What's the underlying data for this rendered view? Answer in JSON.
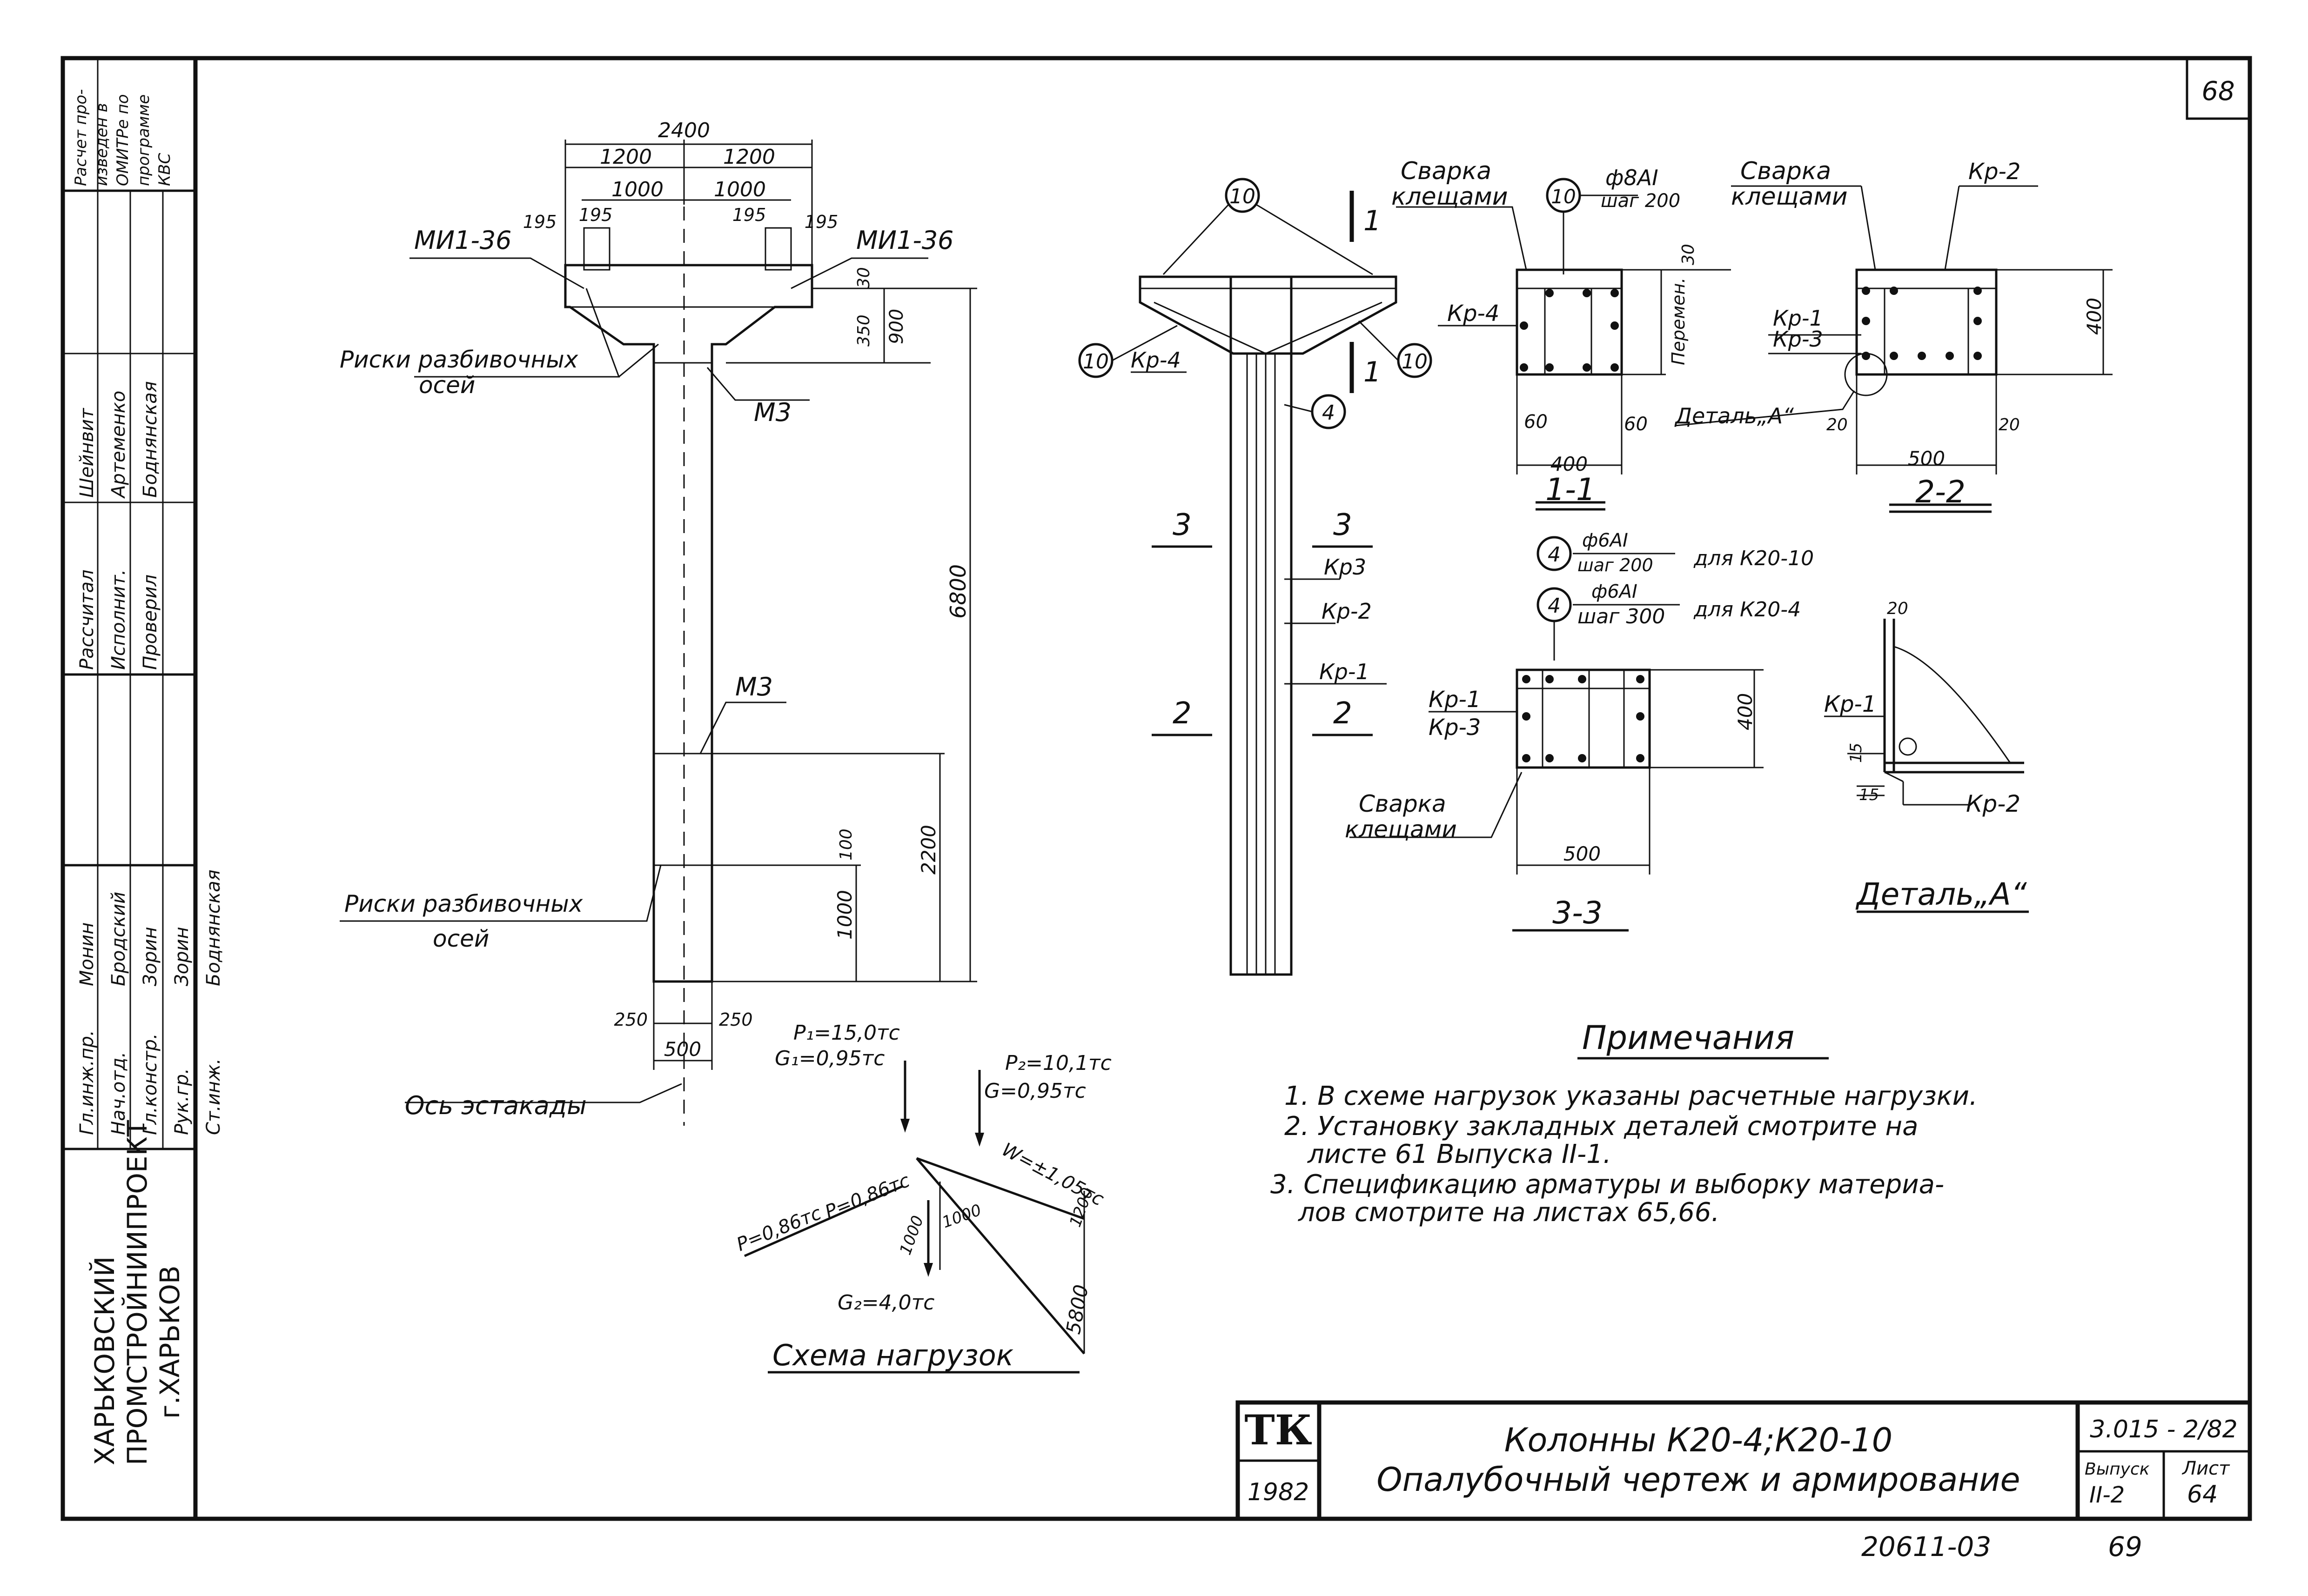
{
  "sheet": {
    "page_corner": "68",
    "organization": [
      "ХАРЬКОВСКИЙ",
      "ПРОМСТРОЙНИИПРОЕКТ",
      "г.ХАРЬКОВ"
    ],
    "side_note": [
      "Расчет про-",
      "изведен в",
      "ОМИТРе по",
      "программе",
      "КВС"
    ],
    "roles": [
      "Гл.инж.пр.",
      "Нач.отд.",
      "Гл.констр.",
      "Рук.гр.",
      "Ст.инж."
    ],
    "role_names": [
      "Монин",
      "Бродский",
      "Зорин",
      "Зорин",
      "Боднянская"
    ],
    "roles2": [
      "Рассчитал",
      "Исполнит.",
      "Проверил"
    ],
    "role2_names": [
      "Шейнвит",
      "Артеменко",
      "Боднянская"
    ]
  },
  "column": {
    "dim_total_width": "2400",
    "dim_half_left": "1200",
    "dim_half_right": "1200",
    "dim_inner_left": "1000",
    "dim_inner_right": "1000",
    "dim_195_a": "195",
    "dim_195_b": "195",
    "dim_195_c": "195",
    "dim_195_d": "195",
    "embed_left": "МИ1-36",
    "embed_right": "МИ1-36",
    "axis_marks_top": [
      "Риски разбивочных",
      "осей"
    ],
    "axis_marks_bottom": [
      "Риски разбивочных",
      "осей"
    ],
    "m3_top": "М3",
    "m3_mid": "М3",
    "dim_30": "30",
    "dim_350": "350",
    "dim_900": "900",
    "dim_6800": "6800",
    "dim_2200": "2200",
    "dim_1000": "1000",
    "dim_100": "100",
    "dim_250_l": "250",
    "dim_250_r": "250",
    "dim_500": "500",
    "axis_label": "Ось эстакады"
  },
  "load_scheme": {
    "title": "Схема нагрузок",
    "p1": "P₁=15,0тс",
    "g1": "G₁=0,95тс",
    "p2": "P₂=10,1тс",
    "g": "G=0,95тс",
    "w": "W=±1,05тс",
    "p_a": "P=0,86тс",
    "p_b": "P=0,86тс",
    "g2": "G₂=4,0тс",
    "dim_1000a": "1000",
    "dim_1000b": "1000",
    "dim_1200": "1200",
    "dim_5800": "5800"
  },
  "reinforcement": {
    "callout_10": "10",
    "callout_4": "4",
    "kr4": "Кр-4",
    "kr3": "Кр3",
    "kr2": "Кр-2",
    "kr1": "Кр-1",
    "cut_1": "1",
    "cut_2": "2",
    "cut_3": "3"
  },
  "section_1_1": {
    "title": "1-1",
    "weld": [
      "Сварка",
      "клещами"
    ],
    "bar": "ф8АI",
    "step": "шаг 200",
    "kr4": "Кр-4",
    "var": "Перемен.",
    "dim_30": "30",
    "dim_60a": "60",
    "dim_60b": "60",
    "dim_400": "400"
  },
  "section_2_2": {
    "title": "2-2",
    "weld": [
      "Сварка",
      "клещами"
    ],
    "kr2": "Кр-2",
    "kr1": "Кр-1",
    "kr3": "Кр-3",
    "detail_ref": "Деталь„А“",
    "dim_20a": "20",
    "dim_20b": "20",
    "dim_500": "500",
    "dim_400": "400"
  },
  "stirrups": {
    "bar1": "ф6АI",
    "step1": "шаг 200",
    "for1": "для К20-10",
    "bar2": "ф6АI",
    "step2": "шаг 300",
    "for2": "для К20-4"
  },
  "section_3_3": {
    "title": "3-3",
    "kr1": "Кр-1",
    "kr3": "Кр-3",
    "weld": [
      "Сварка",
      "клещами"
    ],
    "dim_400": "400",
    "dim_500": "500"
  },
  "detail_a": {
    "title": "Деталь„А“",
    "kr1": "Кр-1",
    "kr2": "Кр-2",
    "dim_20": "20",
    "dim_15a": "15",
    "dim_15b": "15"
  },
  "notes": {
    "title": "Примечания",
    "items": [
      "1. В схеме нагрузок указаны расчетные нагрузки.",
      "2. Установку закладных деталей смотрите на",
      "листе 61 Выпуска II-1.",
      "3. Спецификацию арматуры и выборку материа-",
      "лов смотрите на листах 65,66."
    ]
  },
  "title_block": {
    "tk": "ТК",
    "year": "1982",
    "line1": "Колонны К20-4;К20-10",
    "line2": "Опалубочный чертеж и армирование",
    "code": "3.015 - 2/82",
    "issue_label": "Выпуск",
    "issue": "II-2",
    "sheet_label": "Лист",
    "sheet": "64"
  },
  "footer": {
    "stamp": "20611-03",
    "page": "69"
  }
}
